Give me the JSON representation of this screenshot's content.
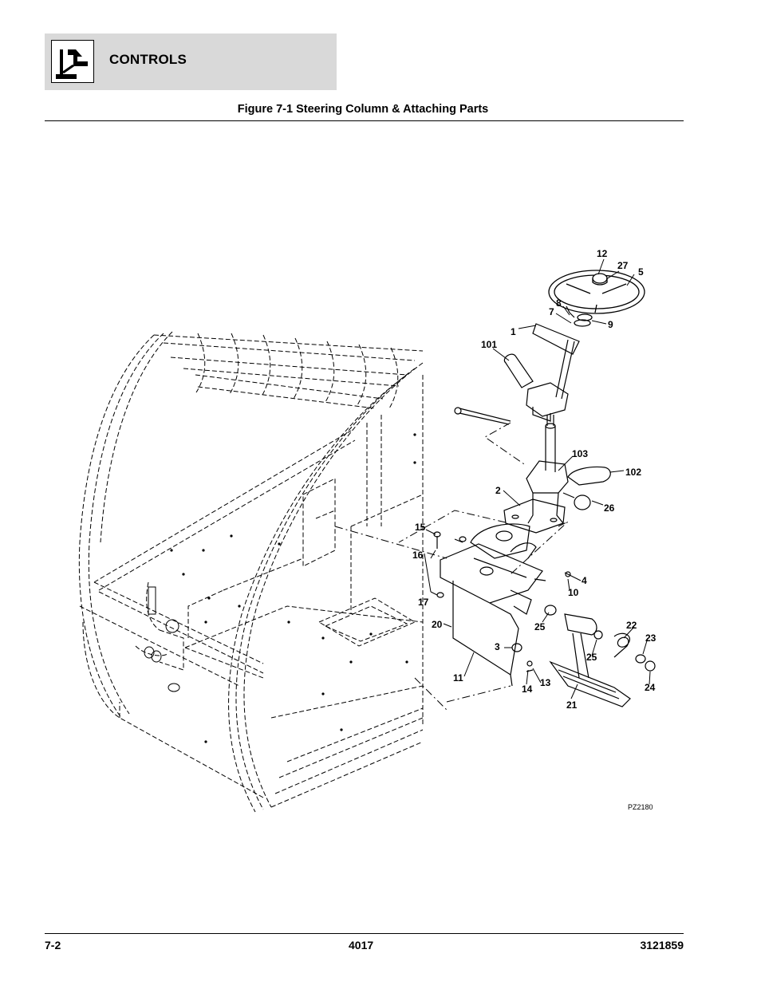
{
  "header": {
    "section_title": "CONTROLS",
    "icon": "joystick-control-icon"
  },
  "figure": {
    "title": "Figure 7-1 Steering Column & Attaching Parts",
    "reference_code": "PZ2180",
    "callouts": [
      "12",
      "27",
      "5",
      "8",
      "7",
      "9",
      "1",
      "101",
      "103",
      "102",
      "2",
      "26",
      "15",
      "16",
      "17",
      "4",
      "10",
      "20",
      "25",
      "22",
      "23",
      "3",
      "25",
      "11",
      "14",
      "13",
      "21",
      "24"
    ]
  },
  "footer": {
    "section_page": "7-2",
    "model": "4017",
    "manual_number": "3121859"
  }
}
